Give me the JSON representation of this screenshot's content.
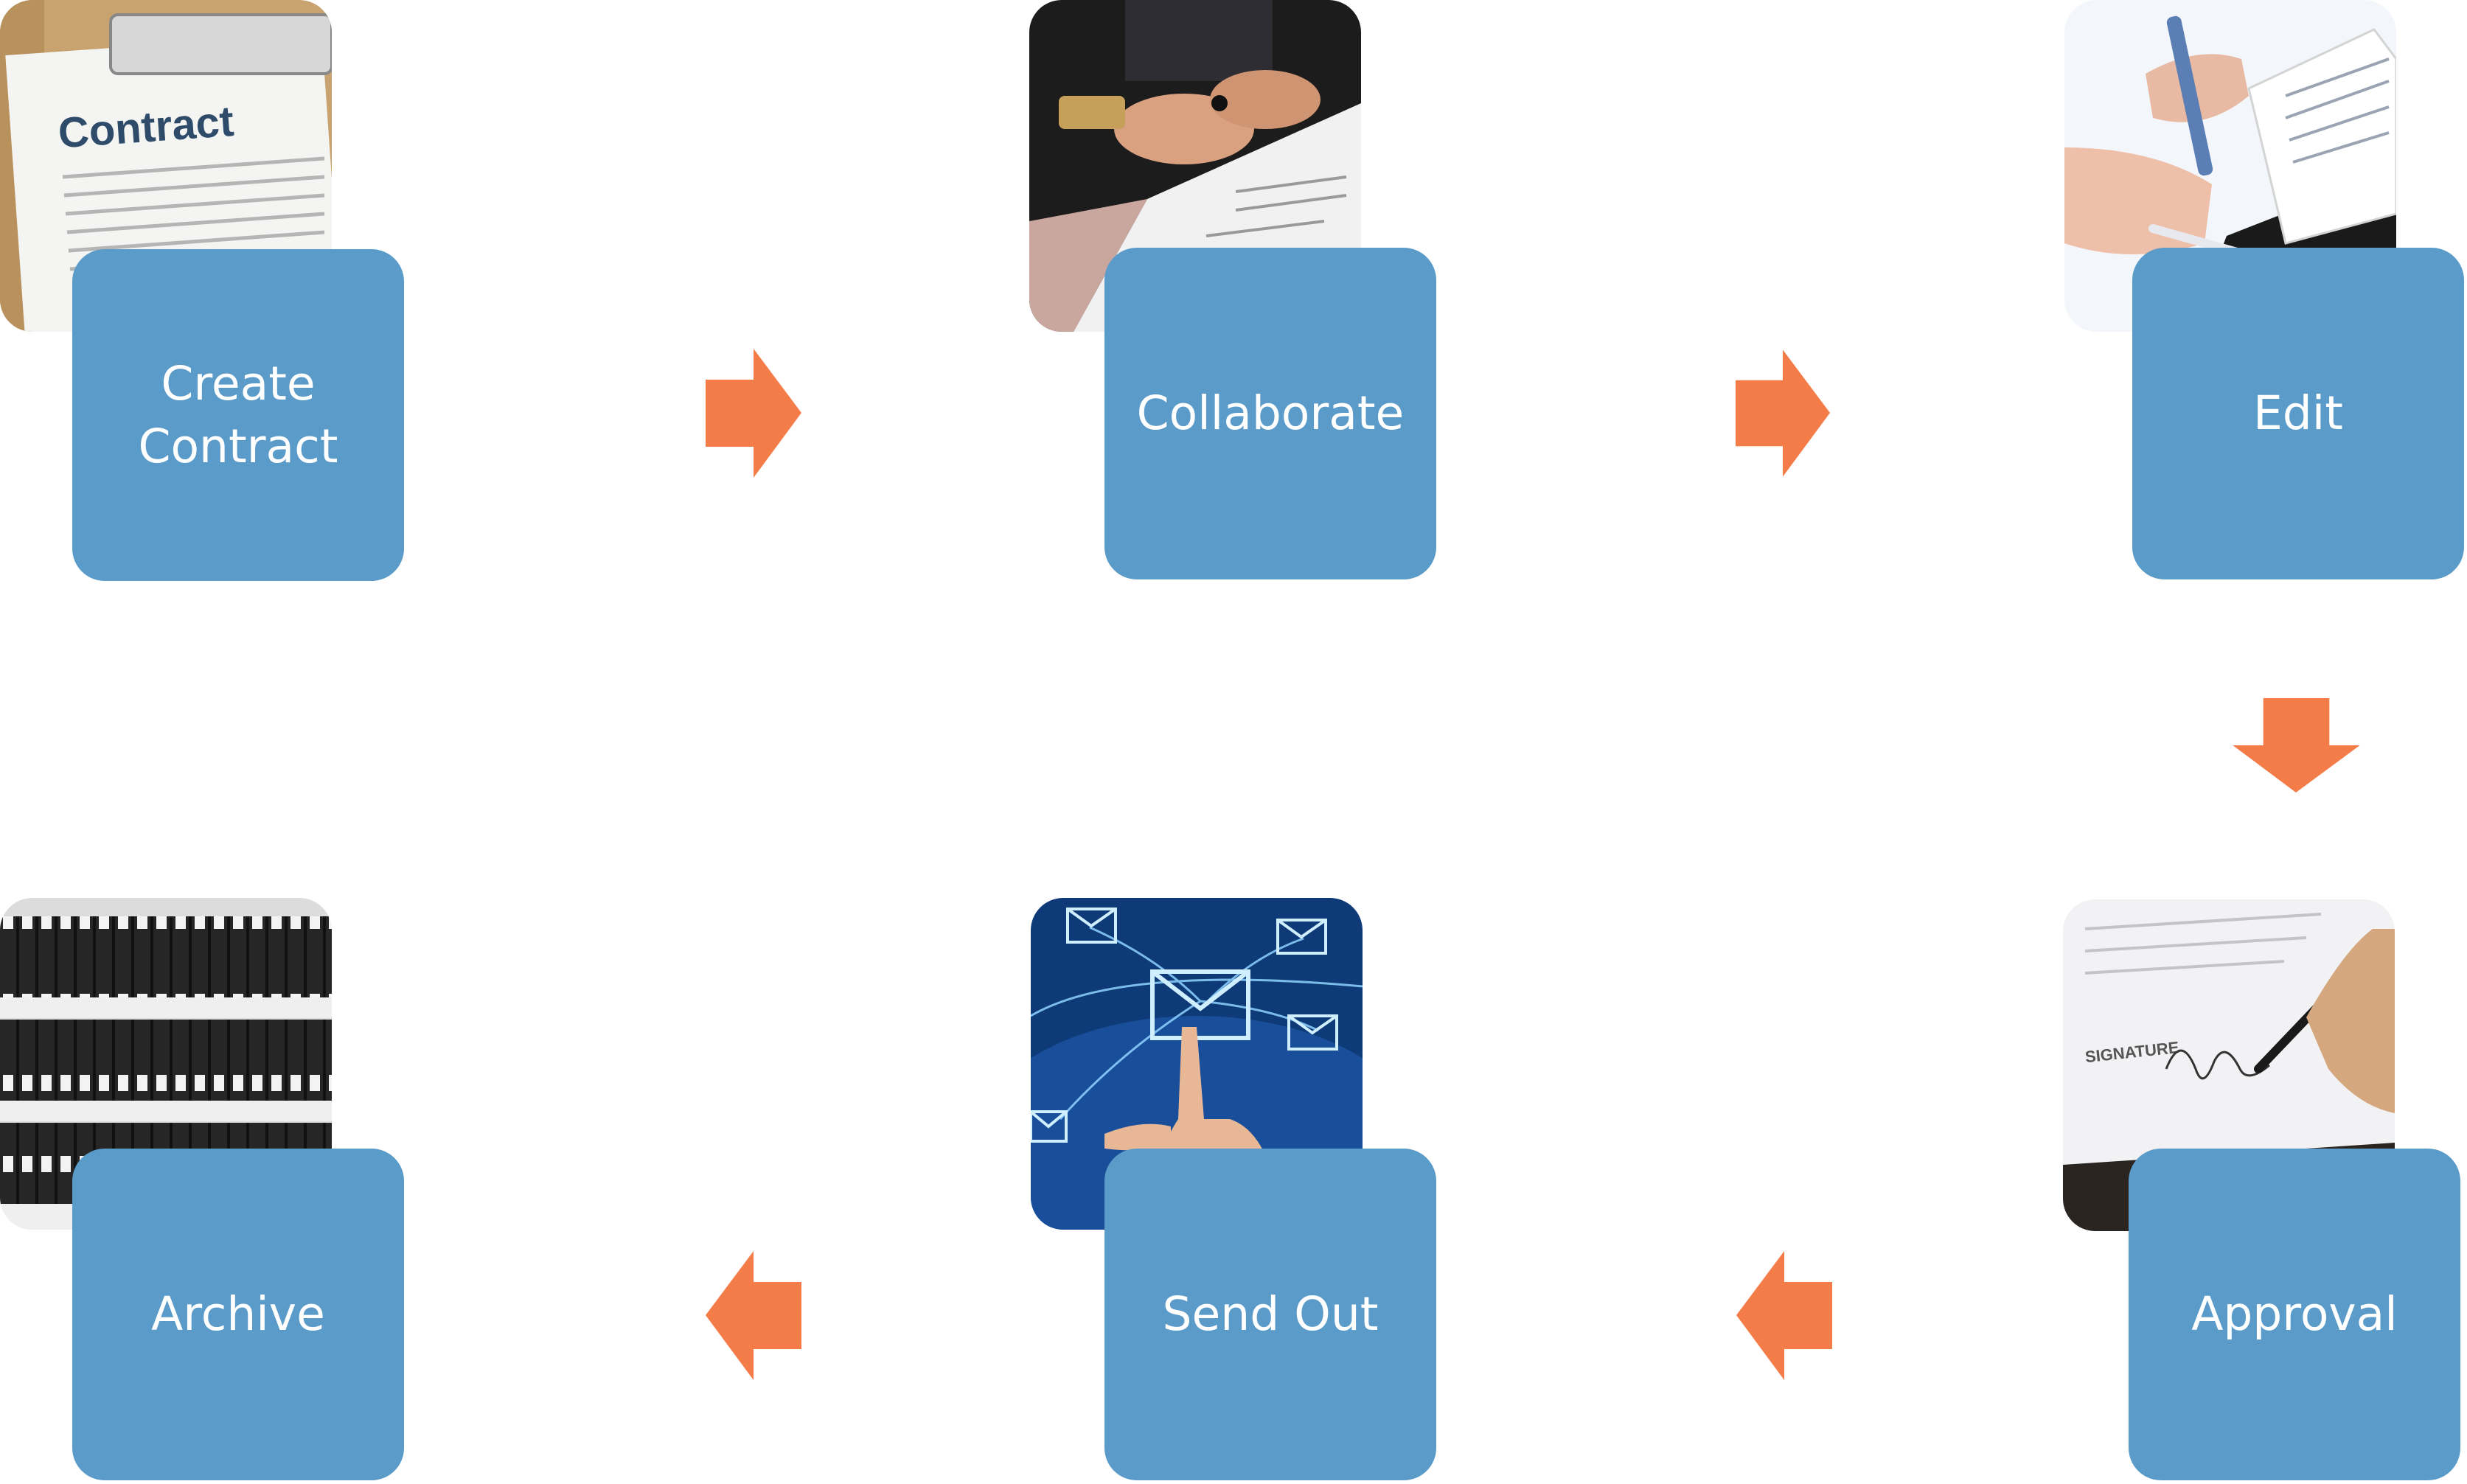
{
  "steps": [
    {
      "label": "Create Contract",
      "photo_text": "Contract"
    },
    {
      "label": "Collaborate"
    },
    {
      "label": "Edit"
    },
    {
      "label": "Approval",
      "photo_text": "SIGNATURE"
    },
    {
      "label": "Send Out"
    },
    {
      "label": "Archive"
    }
  ],
  "colors": {
    "box": "#5b9bc9",
    "arrow": "#f47c48",
    "text": "#ffffff"
  },
  "icons": [
    "arrow-right-icon",
    "arrow-down-icon",
    "arrow-left-icon",
    "envelope-icon"
  ]
}
